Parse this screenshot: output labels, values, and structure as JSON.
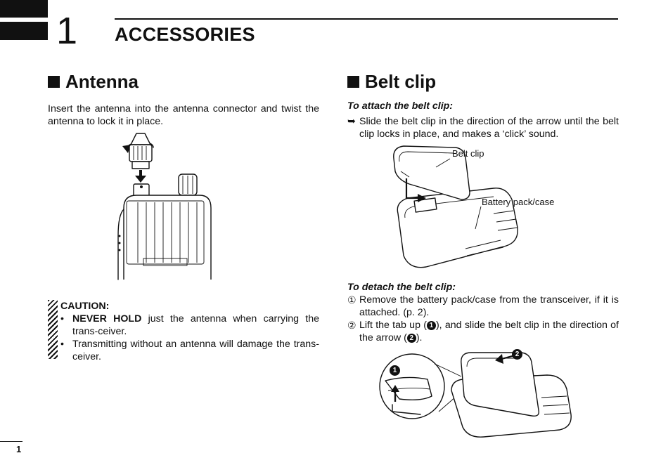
{
  "chapter": {
    "number": "1",
    "title": "ACCESSORIES"
  },
  "antenna": {
    "heading": "Antenna",
    "text": "Insert the antenna into the antenna connector and twist the antenna to lock it in place.",
    "caution": {
      "label": "CAUTION:",
      "bullet_symbol": "•",
      "items": [
        {
          "bold": "NEVER HOLD",
          "text": " just the antenna when carrying the trans-ceiver."
        },
        {
          "bold": "",
          "text": "Transmitting without an antenna will damage the trans-ceiver."
        }
      ]
    }
  },
  "belt_clip": {
    "heading": "Belt clip",
    "attach": {
      "heading": "To attach the belt clip:",
      "arrow_symbol": "➥",
      "text": "Slide the belt clip in the direction of the arrow until the belt clip locks in place, and makes a ‘click’ sound.",
      "label_clip": "Belt clip",
      "label_battery": "Battery pack/case"
    },
    "detach": {
      "heading": "To detach the belt clip:",
      "steps": [
        {
          "num": "①",
          "text": "Remove the battery pack/case from the transceiver, if it is attached. (p. 2)."
        },
        {
          "num": "②",
          "pre": "Lift the tab up (",
          "mark1": "1",
          "mid": "), and slide the belt clip in the direction of the arrow (",
          "mark2": "2",
          "post": ")."
        }
      ],
      "callout1": "1",
      "callout2": "2"
    }
  },
  "page_number": "1",
  "colors": {
    "ink": "#111111",
    "paper": "#ffffff"
  }
}
